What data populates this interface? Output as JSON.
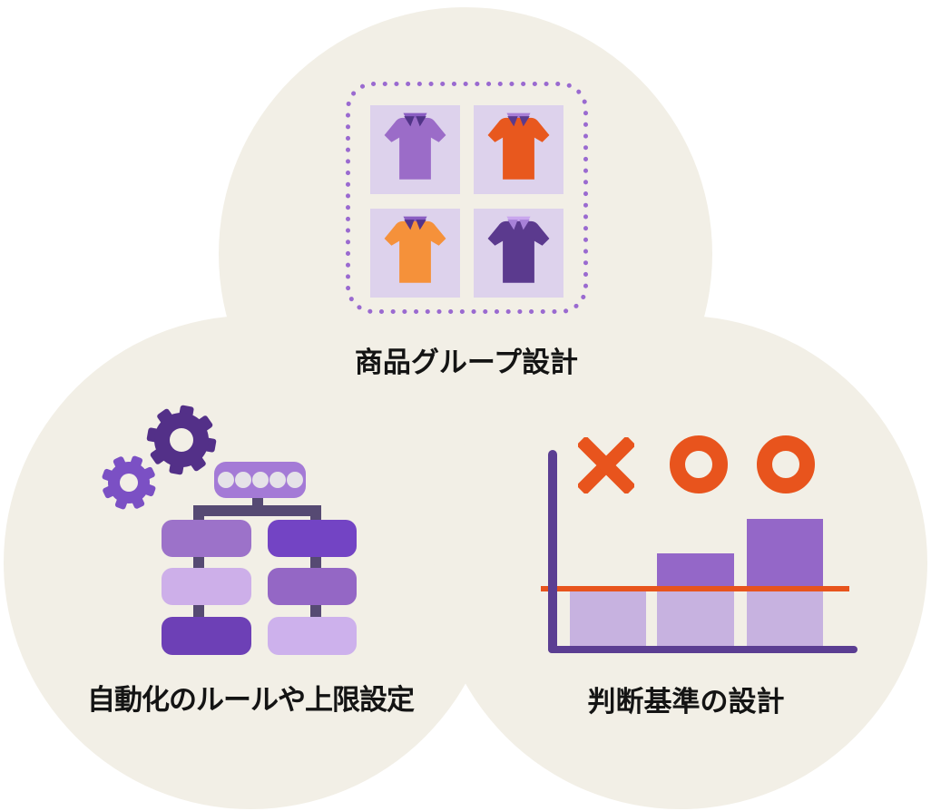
{
  "diagram": {
    "title": "",
    "sections": [
      {
        "id": "product-group",
        "label": "商品グループ設計"
      },
      {
        "id": "automation-rules",
        "label": "自動化のルールや上限設定"
      },
      {
        "id": "judgment-criteria",
        "label": "判断基準の設計"
      }
    ]
  },
  "icons": {
    "product_group": {
      "name": "tshirt-grid",
      "grid": "2x2",
      "shirt_colors": [
        "purple",
        "red-orange",
        "orange",
        "dark-purple"
      ],
      "border_style": "dotted-rounded"
    },
    "automation": {
      "name": "gears-flowchart",
      "gear_count": 2,
      "root_node_dots": 5,
      "flow_columns": 2,
      "flow_rows": 3
    },
    "judgment": {
      "name": "bar-chart-with-threshold",
      "marks": [
        "×",
        "○",
        "○"
      ],
      "bars_relative_height": [
        0.29,
        0.47,
        0.65
      ],
      "threshold_relative_height": 0.31
    }
  },
  "colors": {
    "circle": "#f2efe6",
    "label-text": "#141414",
    "lavender-tile": "#ddd2ec",
    "dotted-border": "#9a6ad0",
    "gear-dark": "#533088",
    "gear-medium": "#7b50c4",
    "node": "#a47ad6",
    "node-dot": "#e5e2e8",
    "connector": "#564a73",
    "box-medium": "#9c72c9",
    "box-light": "#cdafe9",
    "box-dark": "#6d40b6",
    "box-dark-right": "#7344c4",
    "box-medium-right": "#9467c5",
    "box-light-right": "#cdb1ec",
    "axis": "#5b3e92",
    "bar-light": "#c7b2e0",
    "bar-dark": "#9467c8",
    "threshold": "#e8541d",
    "shirt-purple": "#9b6cc8",
    "shirt-red-orange": "#e8581e",
    "shirt-orange": "#f5913a",
    "shirt-dark-purple": "#5b3a8e"
  }
}
